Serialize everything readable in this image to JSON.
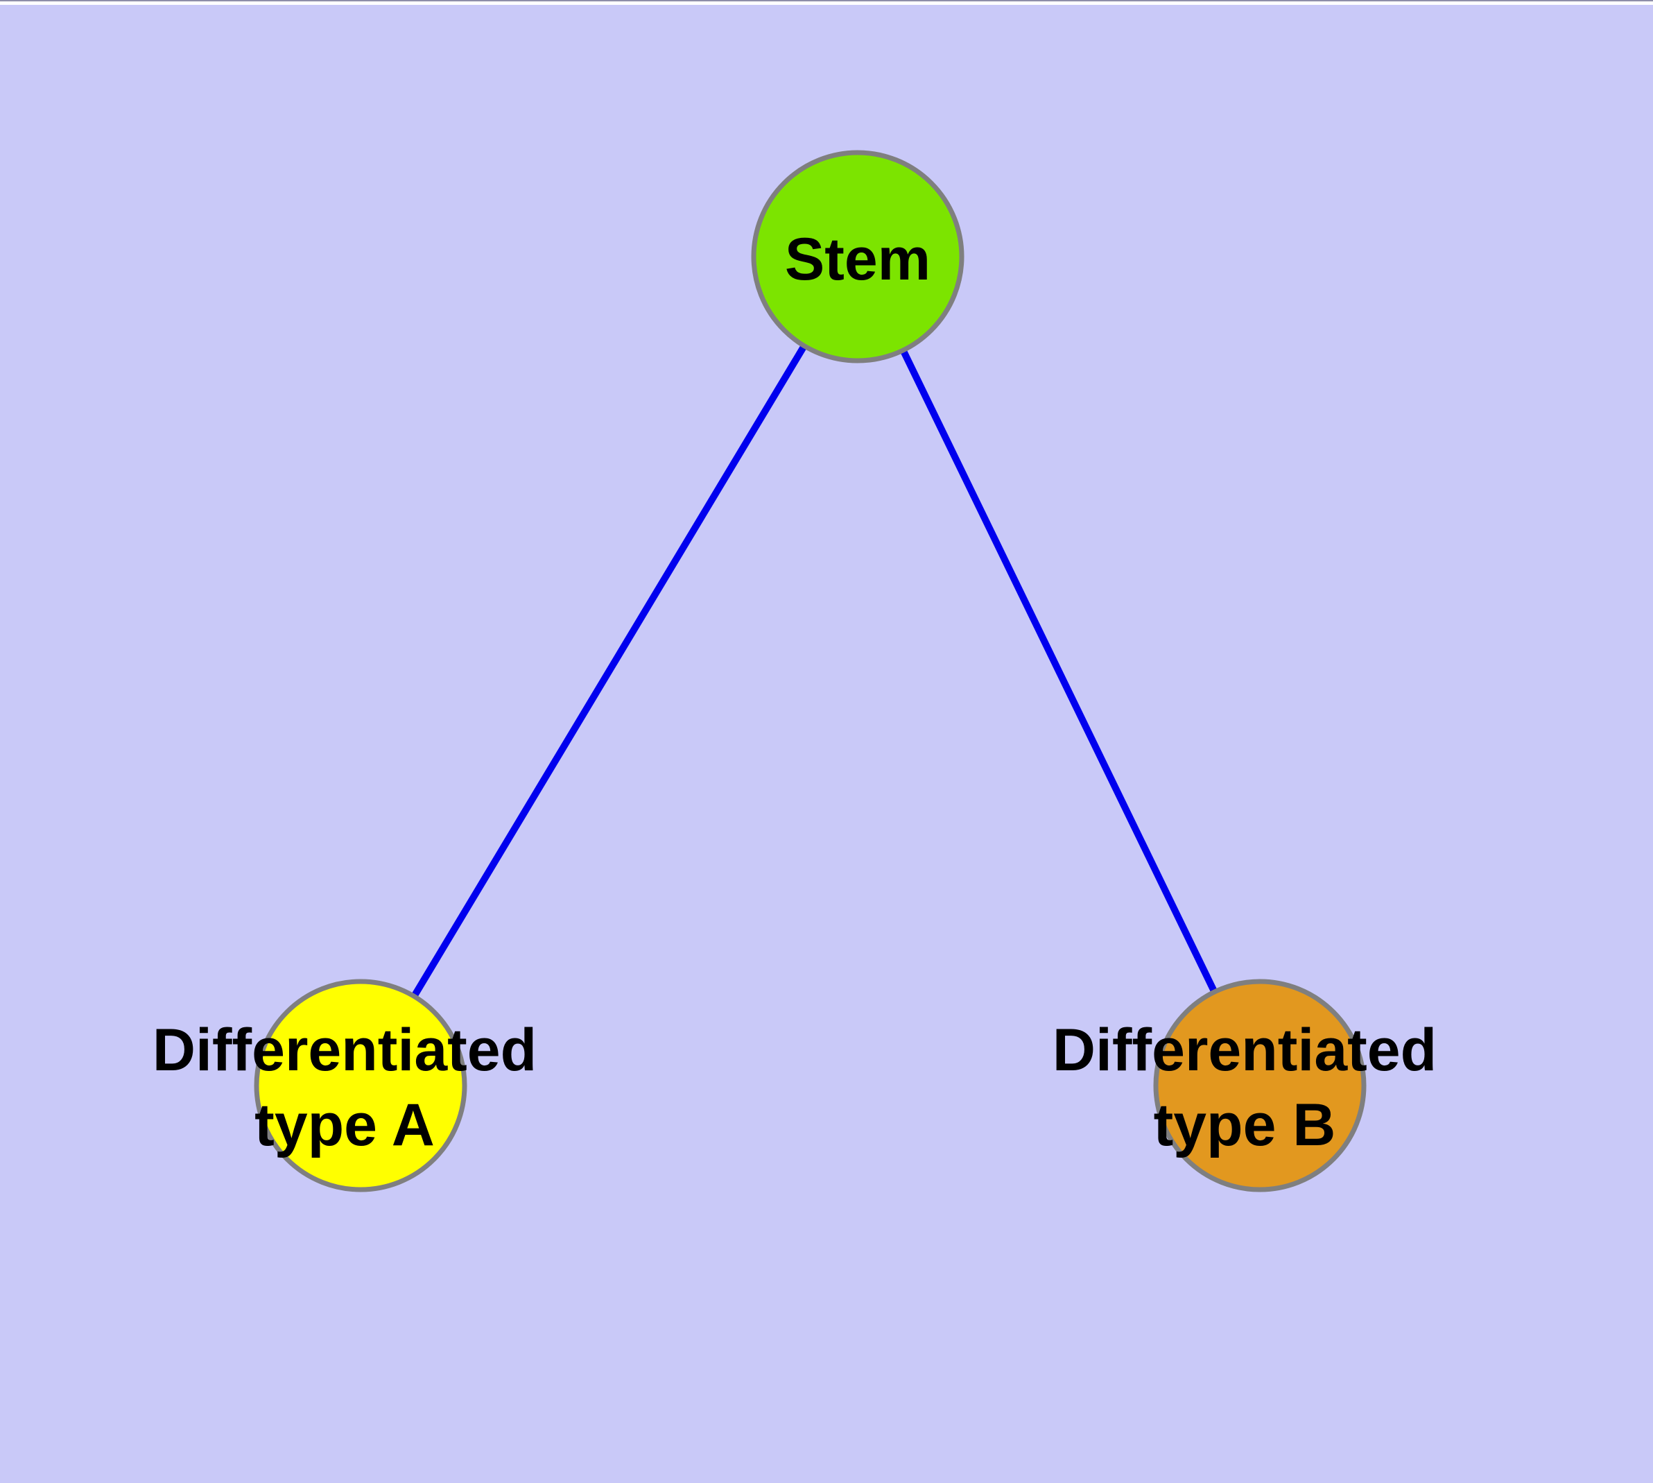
{
  "diagram": {
    "background_color": "#C9C9F8",
    "edge_color": "#0000EE",
    "node_border_color": "#7F7F7F",
    "label_color": "#000000",
    "nodes": {
      "stem": {
        "label": "Stem",
        "color": "#7CE400"
      },
      "type_a": {
        "label_line1": "Differentiated",
        "label_line2": "type A",
        "color": "#FFFF00"
      },
      "type_b": {
        "label_line1": "Differentiated",
        "label_line2": "type B",
        "color": "#E2981F"
      }
    },
    "edges": [
      {
        "from": "Stem",
        "to": "Differentiated type A"
      },
      {
        "from": "Stem",
        "to": "Differentiated type B"
      }
    ]
  }
}
